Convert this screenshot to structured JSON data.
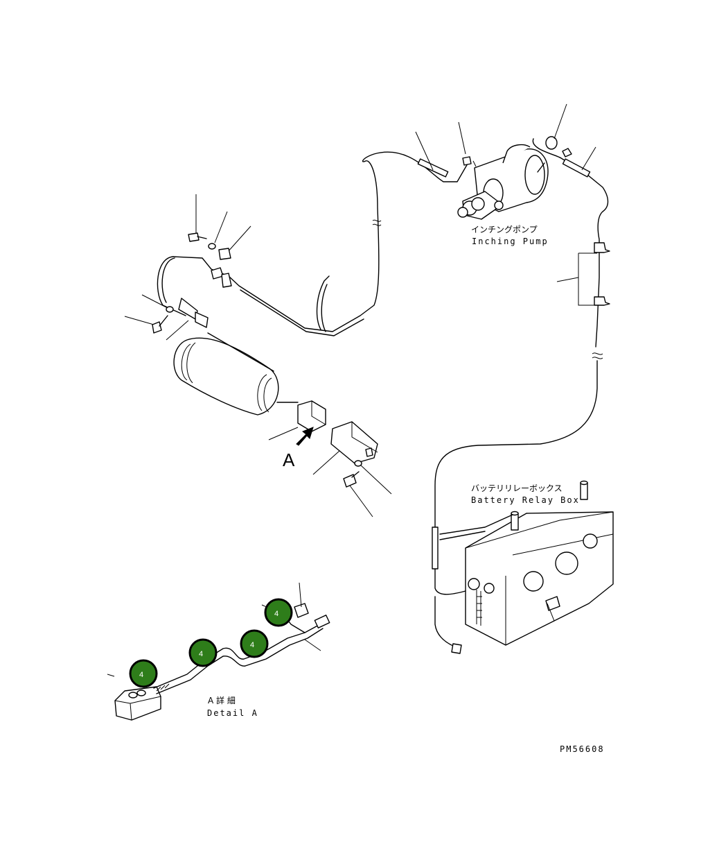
{
  "labels": {
    "inching_pump_jp": "インチングポンプ",
    "inching_pump_en": "Inching Pump",
    "battery_relay_box_jp": "バッテリリレーボックス",
    "battery_relay_box_en": "Battery Relay Box",
    "view_letter": "A",
    "detail_jp": "A 詳 細",
    "detail_en": "Detail A",
    "drawing_number": "PM56608"
  },
  "callouts": [
    {
      "id": "callout-1",
      "number": "4"
    },
    {
      "id": "callout-2",
      "number": "4"
    },
    {
      "id": "callout-3",
      "number": "4"
    },
    {
      "id": "callout-4",
      "number": "4"
    }
  ],
  "colors": {
    "callout_fill": "#2e7d1a",
    "line": "#000000"
  }
}
